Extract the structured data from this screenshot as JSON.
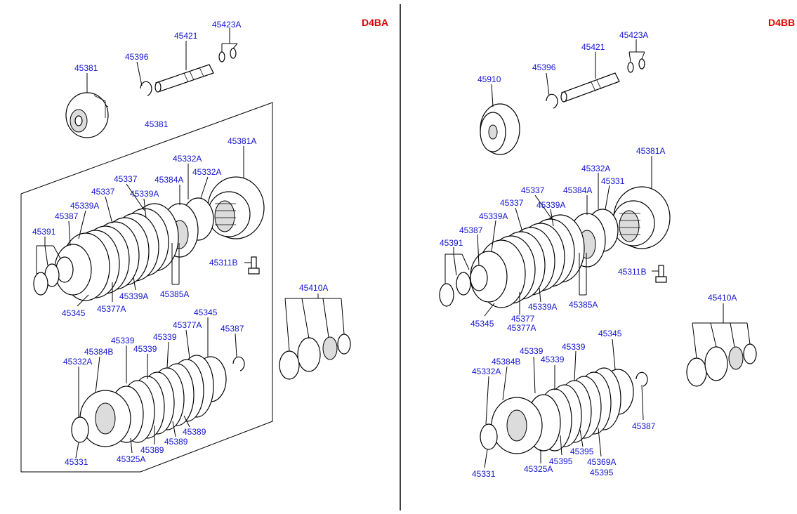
{
  "left": {
    "title": "D4BA",
    "labels": {
      "l1": "45423A",
      "l2": "45421",
      "l3": "45381",
      "l4": "45396",
      "l5": "45381",
      "l6": "45381A",
      "l7": "45332A",
      "l8": "45332A",
      "l9": "45384A",
      "l10": "45337",
      "l11": "45337",
      "l12": "45339A",
      "l13": "45339A",
      "l14": "45387",
      "l15": "45391",
      "l16": "45311B",
      "l17": "45385A",
      "l18": "45339A",
      "l19": "45377A",
      "l20": "45345",
      "l21": "45410A",
      "l22": "45345",
      "l23": "45377A",
      "l24": "45387",
      "l25": "45339",
      "l26": "45339",
      "l27": "45339",
      "l28": "45384B",
      "l29": "45332A",
      "l30": "45389",
      "l31": "45389",
      "l32": "45389",
      "l33": "45325A",
      "l34": "45331"
    }
  },
  "right": {
    "title": "D4BB",
    "labels": {
      "r1": "45423A",
      "r2": "45421",
      "r3": "45396",
      "r4": "45910",
      "r5": "45381A",
      "r6": "45332A",
      "r7": "45331",
      "r8": "45384A",
      "r9": "45337",
      "r10": "45337",
      "r11": "45339A",
      "r12": "45339A",
      "r13": "45387",
      "r14": "45391",
      "r15": "45311B",
      "r16": "45385A",
      "r17": "45339A",
      "r18": "45377",
      "r19": "45377A",
      "r20": "45345",
      "r21": "45410A",
      "r22": "45345",
      "r23": "45339",
      "r24": "45339",
      "r25": "45339",
      "r26": "45384B",
      "r27": "45332A",
      "r28": "45387",
      "r29": "45395",
      "r30": "45395",
      "r31": "45369A",
      "r32": "45395",
      "r33": "45325A",
      "r34": "45331"
    }
  }
}
